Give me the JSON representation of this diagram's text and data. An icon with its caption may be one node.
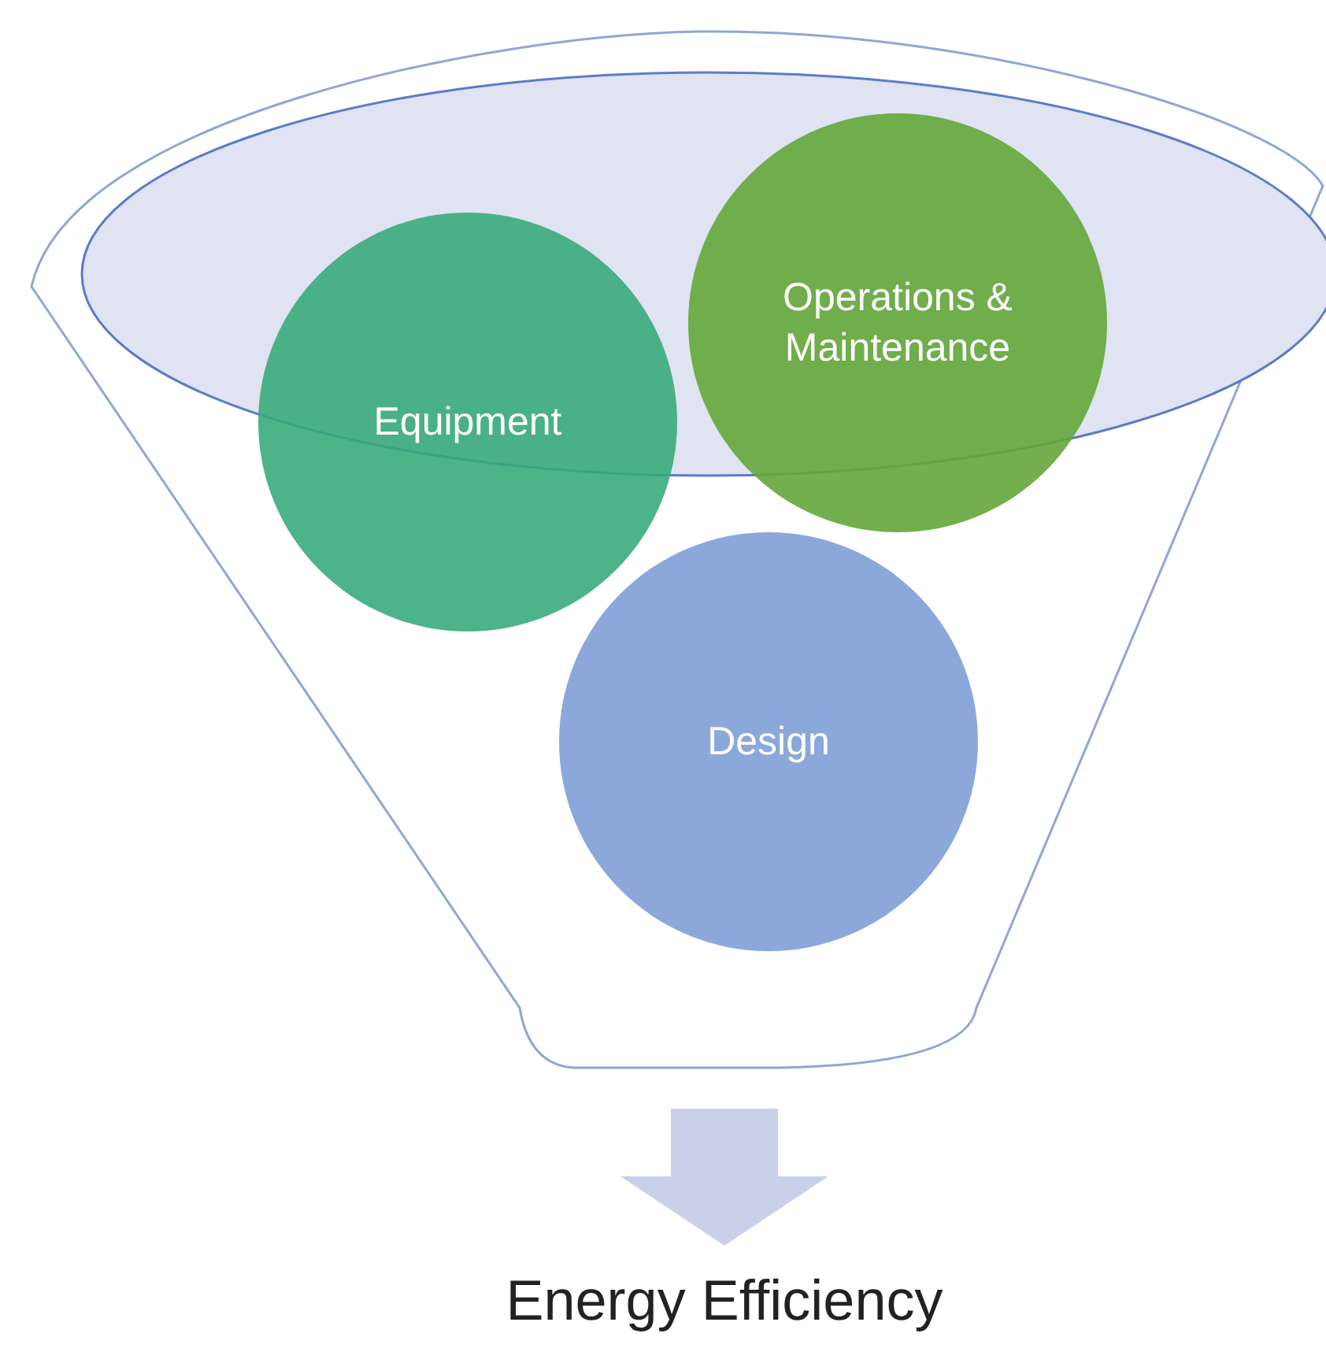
{
  "diagram": {
    "nodes": [
      {
        "text": [],
        "shape": "funnel"
      },
      {
        "text": [
          "Equipment"
        ],
        "in": 0
      },
      {
        "text": [
          "Operations & Maintenance"
        ],
        "in": 0
      },
      {
        "text": [
          "Design"
        ],
        "in": 0
      },
      {
        "text": [
          "Energy Efficiency"
        ]
      }
    ],
    "edges": [
      {
        "from": 0,
        "to": 4,
        "arrow": "to"
      }
    ]
  }
}
